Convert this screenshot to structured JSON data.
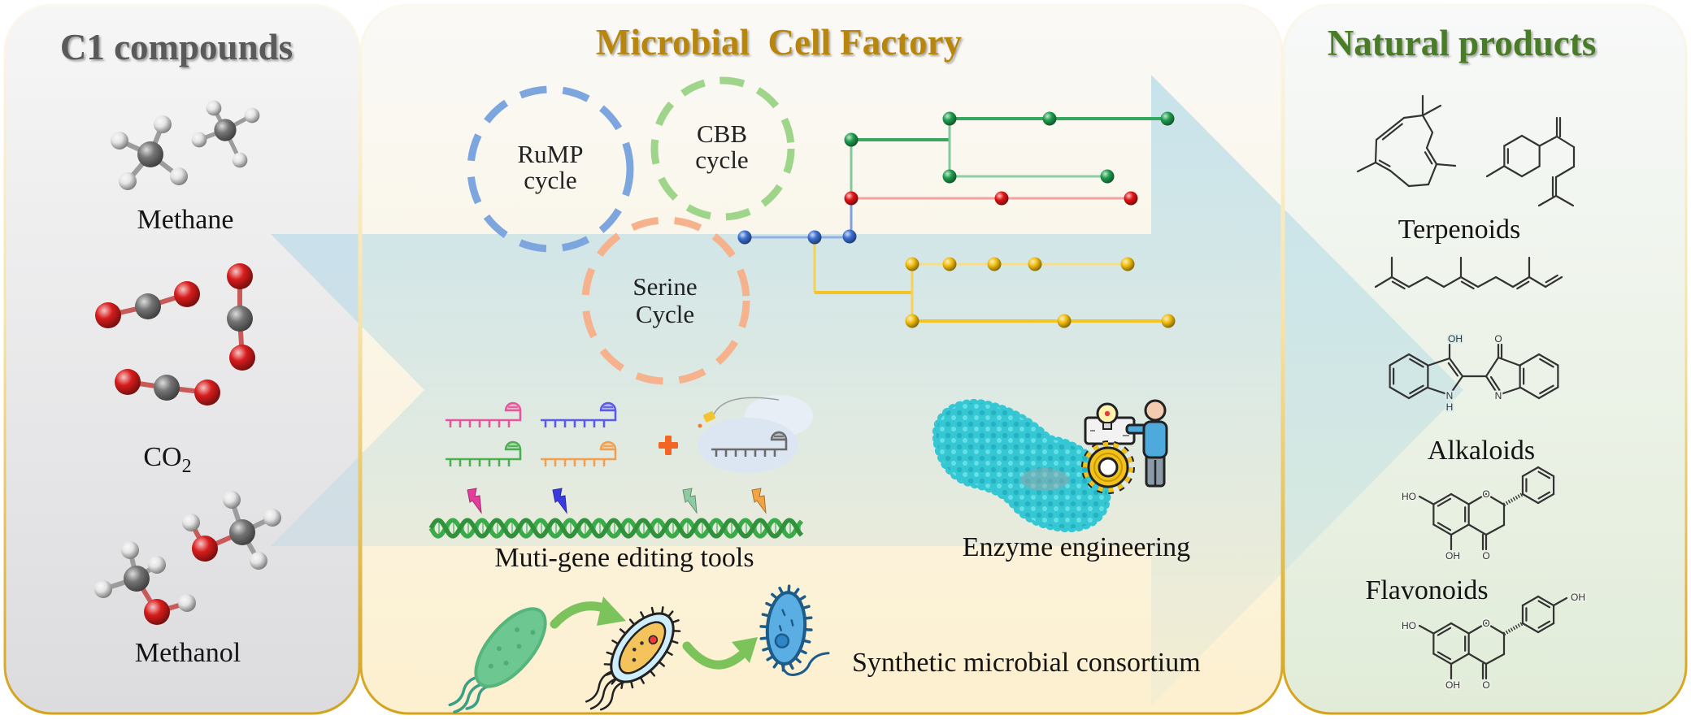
{
  "left_panel": {
    "title": "C1 compounds",
    "title_color": "#5a5a5a",
    "compounds": [
      {
        "label": "Methane",
        "molecules_shown": 2
      },
      {
        "label": "CO",
        "label_subscript": "2",
        "molecules_shown": 3
      },
      {
        "label": "Methanol",
        "molecules_shown": 2
      }
    ]
  },
  "middle_panel": {
    "title": "Microbial  Cell Factory",
    "title_color": "#b8860b",
    "cycles": [
      {
        "line1": "RuMP",
        "line2": "cycle",
        "color": "#7ea6de"
      },
      {
        "line1": "CBB",
        "line2": "cycle",
        "color": "#9fd58a"
      },
      {
        "line1": "Serine",
        "line2": "Cycle",
        "color": "#f6b28c"
      }
    ],
    "pathway": {
      "branches": [
        {
          "name": "blue",
          "color": "#3a6fd0",
          "node_count": 3
        },
        {
          "name": "green",
          "color": "#1f9d4c",
          "node_count": 6
        },
        {
          "name": "red",
          "color": "#e01414",
          "node_count": 3
        },
        {
          "name": "yellow",
          "color": "#f2bd0c",
          "node_count": 8
        }
      ]
    },
    "gene_editing": {
      "label": "Muti-gene editing tools",
      "grna_colors": [
        "#e8559f",
        "#5b5be6",
        "#4caf50",
        "#f0a050"
      ],
      "cas_grna_color": "#6b6b6b",
      "plus_color": "#f26522",
      "bolt_colors": [
        "#e43e9c",
        "#3a3ae0",
        "#8fcba0",
        "#f2a344"
      ],
      "dna_color": "#3aab48"
    },
    "enzyme": {
      "label": "Enzyme engineering",
      "protein_color": "#35c7d3"
    },
    "consortium": {
      "label": "Synthetic microbial consortium",
      "bacteria_colors": [
        "#6cc791",
        "#f4c35c",
        "#5aaee3"
      ]
    }
  },
  "right_panel": {
    "title": "Natural products",
    "title_color": "#4a7c25",
    "classes": [
      {
        "label": "Terpenoids",
        "structures_shown": 3
      },
      {
        "label": "Alkaloids",
        "structures_shown": 1,
        "atom_labels": [
          "OH",
          "O",
          "N",
          "H",
          "N"
        ]
      },
      {
        "label": "Flavonoids",
        "structures_shown": 2,
        "structures": [
          {
            "atom_labels": [
              "HO",
              "O",
              "OH",
              "O"
            ]
          },
          {
            "atom_labels": [
              "HO",
              "O",
              "OH",
              "O",
              "OH"
            ]
          }
        ]
      }
    ]
  },
  "colors": {
    "panel_border": "#d4a21c",
    "flow_arrow": "#87c8e1",
    "atom_carbon": "#747474",
    "atom_hydrogen": "#e4e4e4",
    "atom_oxygen": "#d81c1c",
    "bond": "#333333"
  }
}
